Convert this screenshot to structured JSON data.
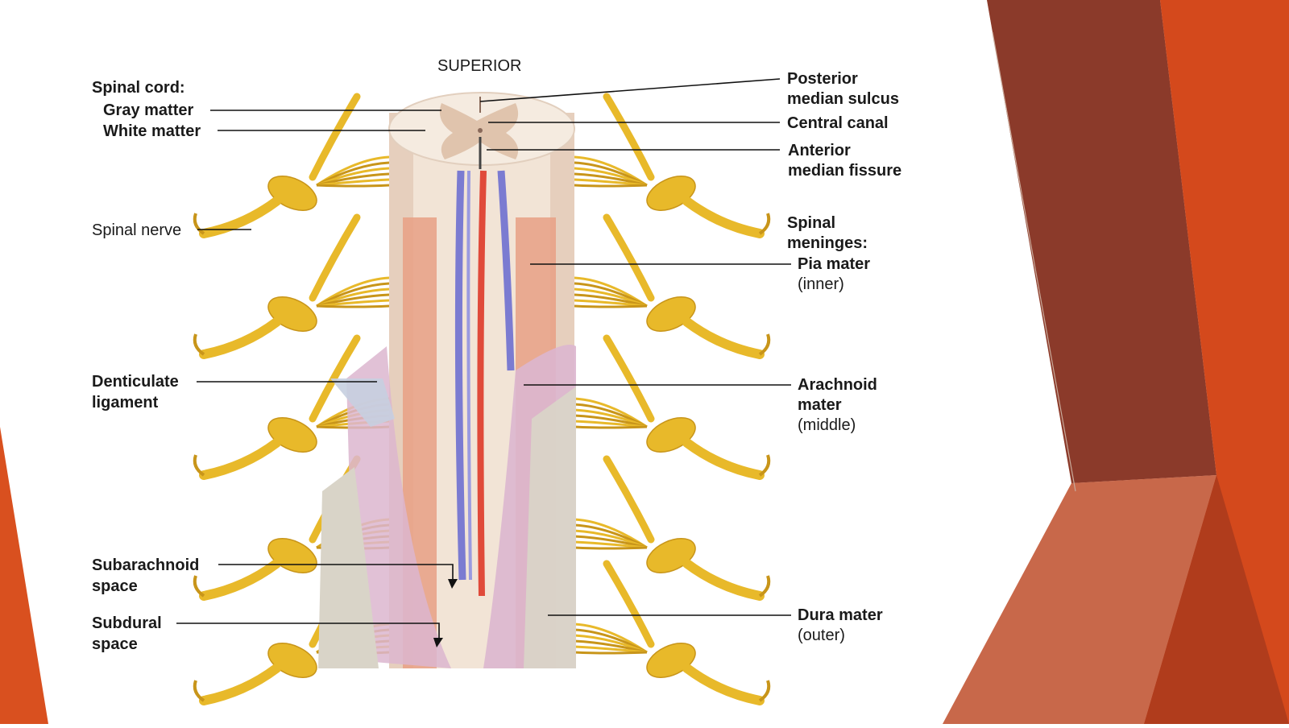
{
  "orientation_label": "SUPERIOR",
  "labels": {
    "spinal_cord_heading": "Spinal cord:",
    "gray_matter": "Gray matter",
    "white_matter": "White matter",
    "spinal_nerve": "Spinal nerve",
    "denticulate_ligament": [
      "Denticulate",
      "ligament"
    ],
    "subarachnoid_space": [
      "Subarachnoid",
      "space"
    ],
    "subdural_space": [
      "Subdural",
      "space"
    ],
    "posterior_median_sulcus": [
      "Posterior",
      "median sulcus"
    ],
    "central_canal": "Central canal",
    "anterior_median_fissure": [
      "Anterior",
      "median fissure"
    ],
    "spinal_meninges_heading": [
      "Spinal",
      "meninges:"
    ],
    "pia_mater": "Pia mater",
    "pia_mater_note": "(inner)",
    "arachnoid_mater": [
      "Arachnoid",
      "mater"
    ],
    "arachnoid_mater_note": "(middle)",
    "dura_mater": "Dura mater",
    "dura_mater_note": "(outer)"
  },
  "colors": {
    "nerve": "#e8b92a",
    "nerve_dark": "#c8951a",
    "gray_matter": "#e0c4ad",
    "white_matter": "#f2e4d6",
    "pia": "#e7a085",
    "arachnoid": "#dcb6cf",
    "dura": "#d9d4c8",
    "artery": "#e04a3a",
    "vein": "#7b7bd1",
    "accent_orange": "#d9501f",
    "accent_brown": "#8b3a2a",
    "accent_pink": "#e3a58a"
  }
}
